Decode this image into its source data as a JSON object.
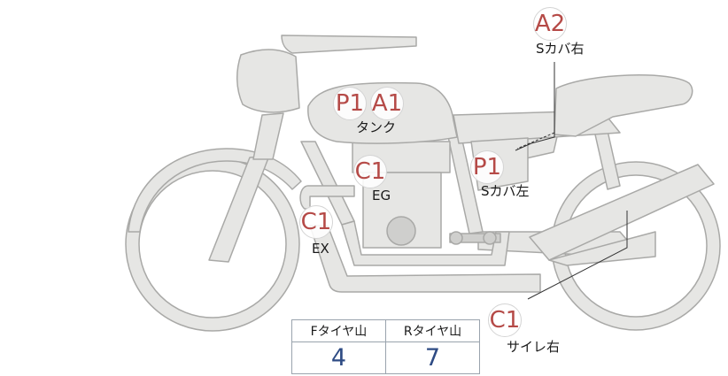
{
  "colors": {
    "body_fill": "#e6e6e4",
    "body_stroke": "#a9a9a7",
    "mark_text": "#b54a47",
    "value_text": "#2e4b84"
  },
  "markers": [
    {
      "code": "A2",
      "label": "Sカバ右"
    },
    {
      "code": "P1",
      "label": ""
    },
    {
      "code": "A1",
      "label": "タンク"
    },
    {
      "code": "C1",
      "label": "EG"
    },
    {
      "code": "P1",
      "label": "Sカバ左"
    },
    {
      "code": "C1",
      "label": "EX"
    },
    {
      "code": "C1",
      "label": "サイレ右"
    }
  ],
  "tread": {
    "front_label": "Fタイヤ山",
    "rear_label": "Rタイヤ山",
    "front_value": "4",
    "rear_value": "7"
  }
}
